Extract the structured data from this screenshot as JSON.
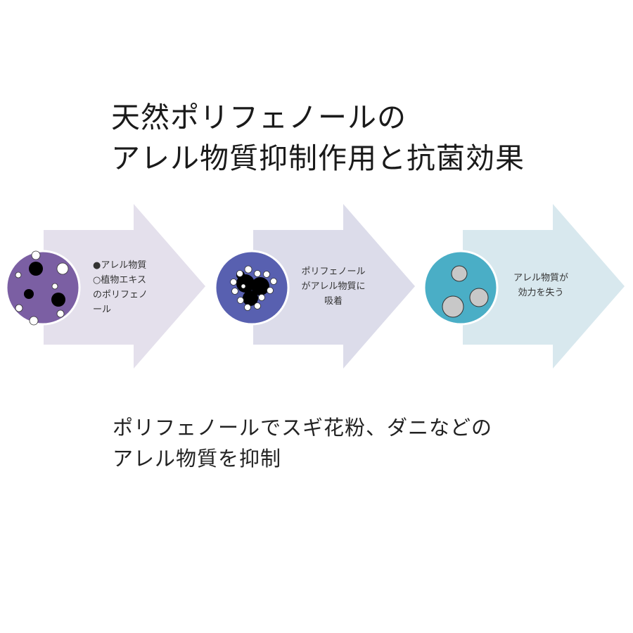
{
  "title": {
    "line1": "天然ポリフェノールの",
    "line2": "アレル物質抑制作用と抗菌効果"
  },
  "steps": [
    {
      "lines": [
        "●アレル物質",
        "○植物エキス",
        "のポリフェノ",
        "ール"
      ],
      "arrow_color": "#e4e0ec",
      "circle_color": "#7b5fa3"
    },
    {
      "lines": [
        "ポリフェノール",
        "がアレル物質に",
        "吸着"
      ],
      "arrow_color": "#dcdcea",
      "circle_color": "#5860b0"
    },
    {
      "lines": [
        "アレル物質が",
        "効力を失う"
      ],
      "arrow_color": "#d8e8ee",
      "circle_color": "#4aaec6"
    }
  ],
  "caption": {
    "line1": "ポリフェノールでスギ花粉、ダニなどの",
    "line2": "アレル物質を抑制"
  }
}
